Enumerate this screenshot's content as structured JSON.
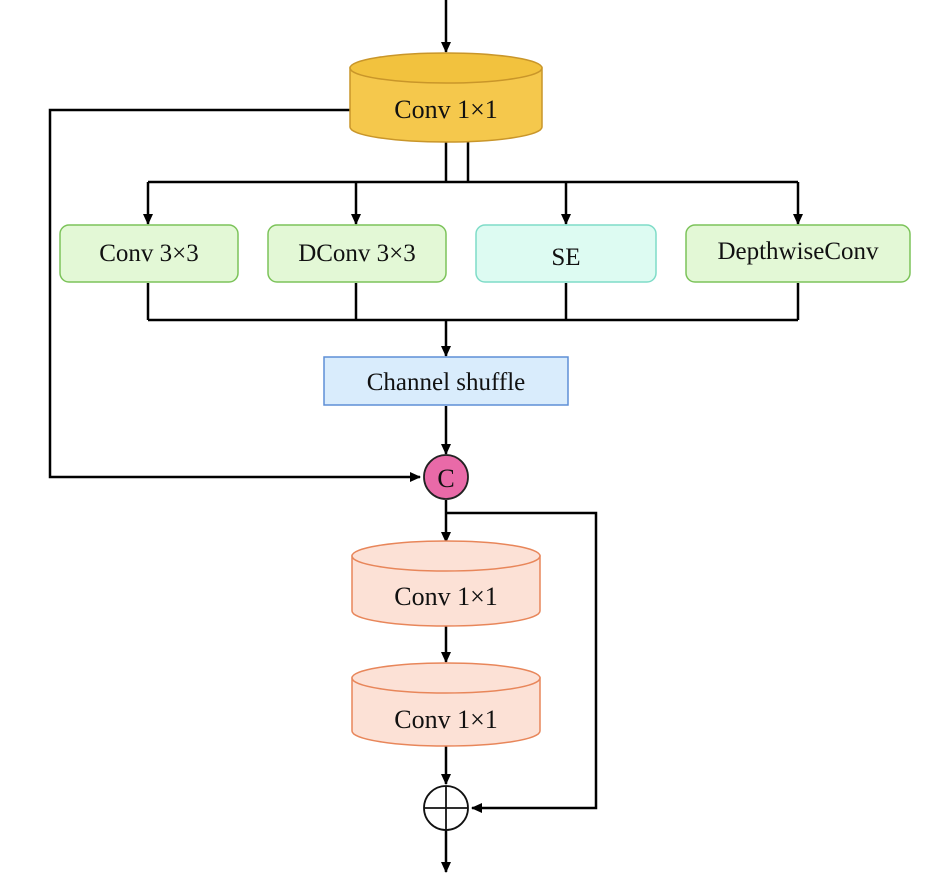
{
  "blocks": {
    "top_conv": {
      "label": "Conv 1×1",
      "fill": "#F5C84C",
      "top_fill": "#F2C23E",
      "stroke": "#C9962A"
    },
    "branches": [
      {
        "label": "Conv 3×3",
        "fill": "#E3F8D6",
        "stroke": "#7CC35A"
      },
      {
        "label": "DConv 3×3",
        "fill": "#E3F8D6",
        "stroke": "#7CC35A"
      },
      {
        "label": "SE",
        "fill": "#DDFBF2",
        "stroke": "#7FDCC8"
      },
      {
        "label": "DepthwiseConv",
        "fill": "#E3F8D6",
        "stroke": "#7CC35A"
      }
    ],
    "channel_shuffle": {
      "label": "Channel shuffle",
      "fill": "#D9ECFC",
      "stroke": "#5E8FD6"
    },
    "concat": {
      "label": "C",
      "fill": "#E96AA8",
      "stroke": "#222222"
    },
    "conv_a": {
      "label": "Conv 1×1",
      "fill": "#FCE1D6",
      "stroke": "#E8865A"
    },
    "conv_b": {
      "label": "Conv 1×1",
      "fill": "#FCE1D6",
      "stroke": "#E8865A"
    },
    "add": {
      "icon": "plus-circle-icon",
      "fill": "#FFFFFF",
      "stroke": "#111111"
    }
  }
}
